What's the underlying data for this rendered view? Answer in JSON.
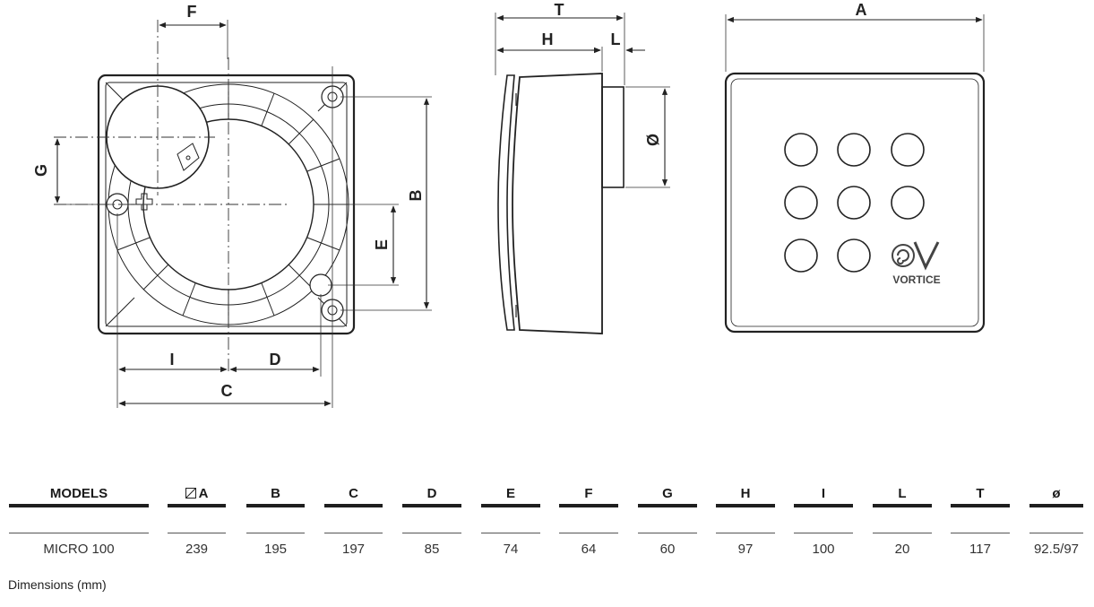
{
  "drawing": {
    "dimension_labels": {
      "F": "F",
      "G": "G",
      "B": "B",
      "E": "E",
      "I": "I",
      "D": "D",
      "C": "C",
      "T": "T",
      "H": "H",
      "L": "L",
      "diameter": "Ø",
      "A": "A"
    },
    "brand": "VORTICE"
  },
  "table": {
    "headers": [
      "MODELS",
      "A",
      "B",
      "C",
      "D",
      "E",
      "F",
      "G",
      "H",
      "I",
      "L",
      "T",
      "ø"
    ],
    "rows": [
      [
        "MICRO 100",
        "239",
        "195",
        "197",
        "85",
        "74",
        "64",
        "60",
        "97",
        "100",
        "20",
        "117",
        "92.5/97"
      ]
    ]
  },
  "note": "Dimensions (mm)"
}
